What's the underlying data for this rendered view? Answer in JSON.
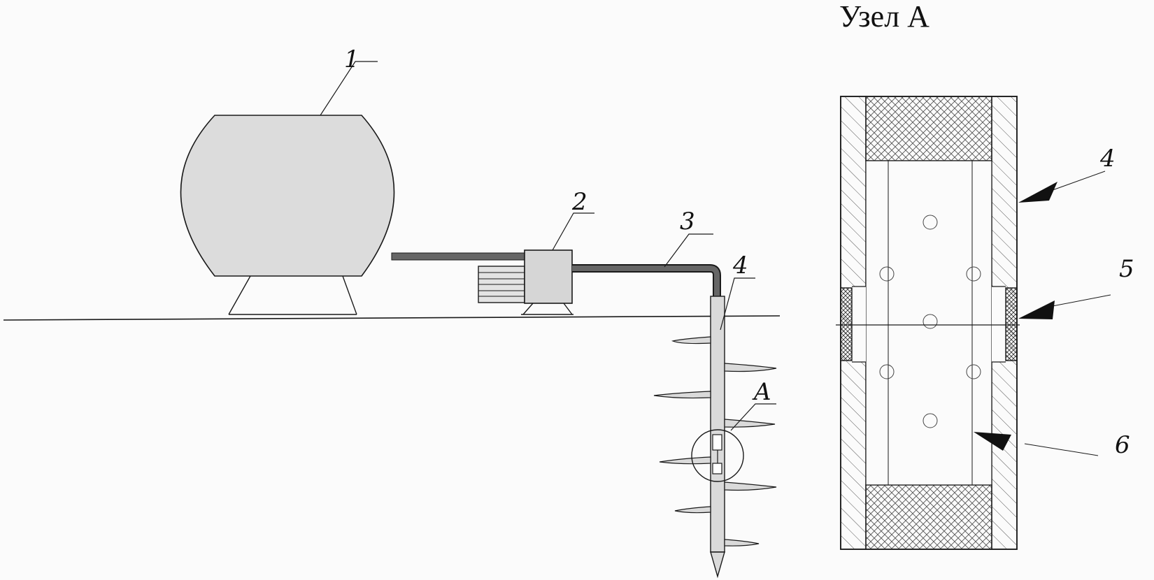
{
  "labels": {
    "tank": "1",
    "pump": "2",
    "pipe": "3",
    "injector": "4",
    "node": "A",
    "detail_wall": "4",
    "detail_seal": "5",
    "detail_holes": "6"
  },
  "detail_title": "Узел А",
  "colors": {
    "line": "#1a1a1a",
    "tank_fill": "#dcdcdc",
    "pump_fill": "#d6d6d6",
    "pipe": "#666666",
    "hatch": "#555555",
    "background": "#fbfbfb"
  }
}
